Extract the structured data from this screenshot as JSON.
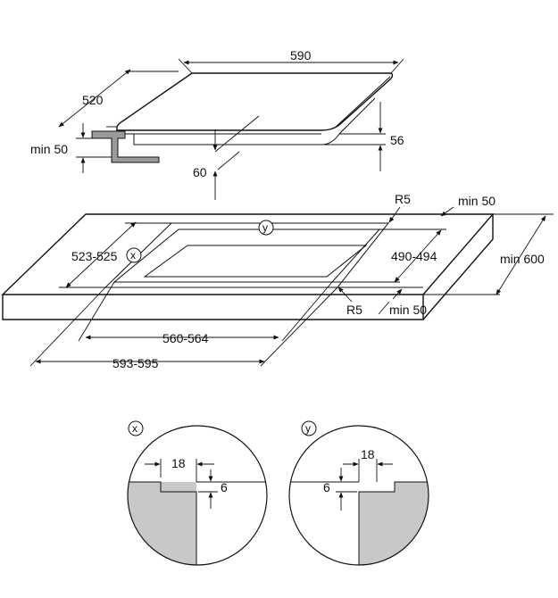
{
  "labels": {
    "width_590": "590",
    "depth_520": "520",
    "min_50_left": "min 50",
    "height_56": "56",
    "height_60": "60",
    "r5_top": "R5",
    "min_50_top": "min 50",
    "cut_depth": "523-525",
    "cut_inner_depth": "490-494",
    "min_600": "min 600",
    "r5_bottom": "R5",
    "min_50_bottom": "min 50",
    "inner_width": "560-564",
    "cut_width": "593-595",
    "marker_x": "x",
    "marker_y": "y",
    "detail_x_marker": "x",
    "detail_x_18": "18",
    "detail_x_6": "6",
    "detail_y_marker": "y",
    "detail_y_18": "18",
    "detail_y_6": "6"
  },
  "colors": {
    "line": "#111111",
    "fill_section": "#c8c8c8",
    "fill_hob_bracket": "#9a9a9a",
    "background": "#ffffff"
  }
}
